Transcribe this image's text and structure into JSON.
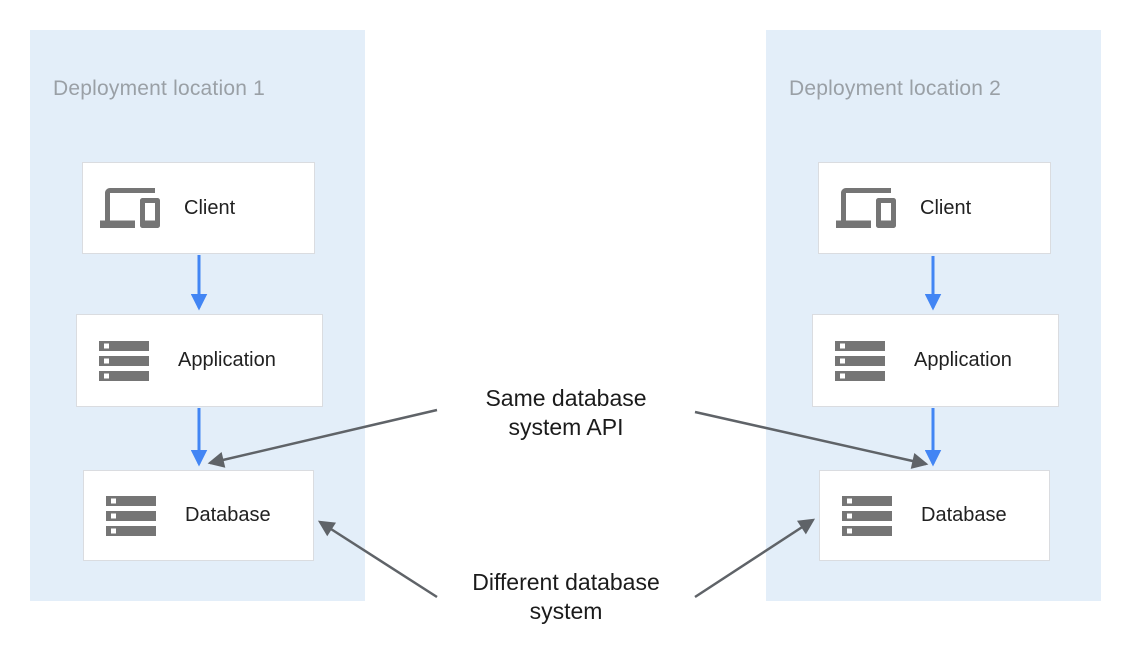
{
  "diagram": {
    "panels": [
      {
        "title": "Deployment location 1",
        "nodes": [
          {
            "label": "Client",
            "icon": "devices-icon"
          },
          {
            "label": "Application",
            "icon": "storage-icon"
          },
          {
            "label": "Database",
            "icon": "storage-icon"
          }
        ]
      },
      {
        "title": "Deployment location 2",
        "nodes": [
          {
            "label": "Client",
            "icon": "devices-icon"
          },
          {
            "label": "Application",
            "icon": "storage-icon"
          },
          {
            "label": "Database",
            "icon": "storage-icon"
          }
        ]
      }
    ],
    "annotations": [
      {
        "line1": "Same database",
        "line2": "system API"
      },
      {
        "line1": "Different database",
        "line2": "system"
      }
    ],
    "colors": {
      "panel_bg": "#e3eef9",
      "flow_arrow": "#4285f4",
      "annotation_arrow": "#5f6368",
      "box_border": "#dadce0",
      "icon": "#757575",
      "title_text": "#9aa0a6",
      "label_text": "#212121"
    }
  }
}
